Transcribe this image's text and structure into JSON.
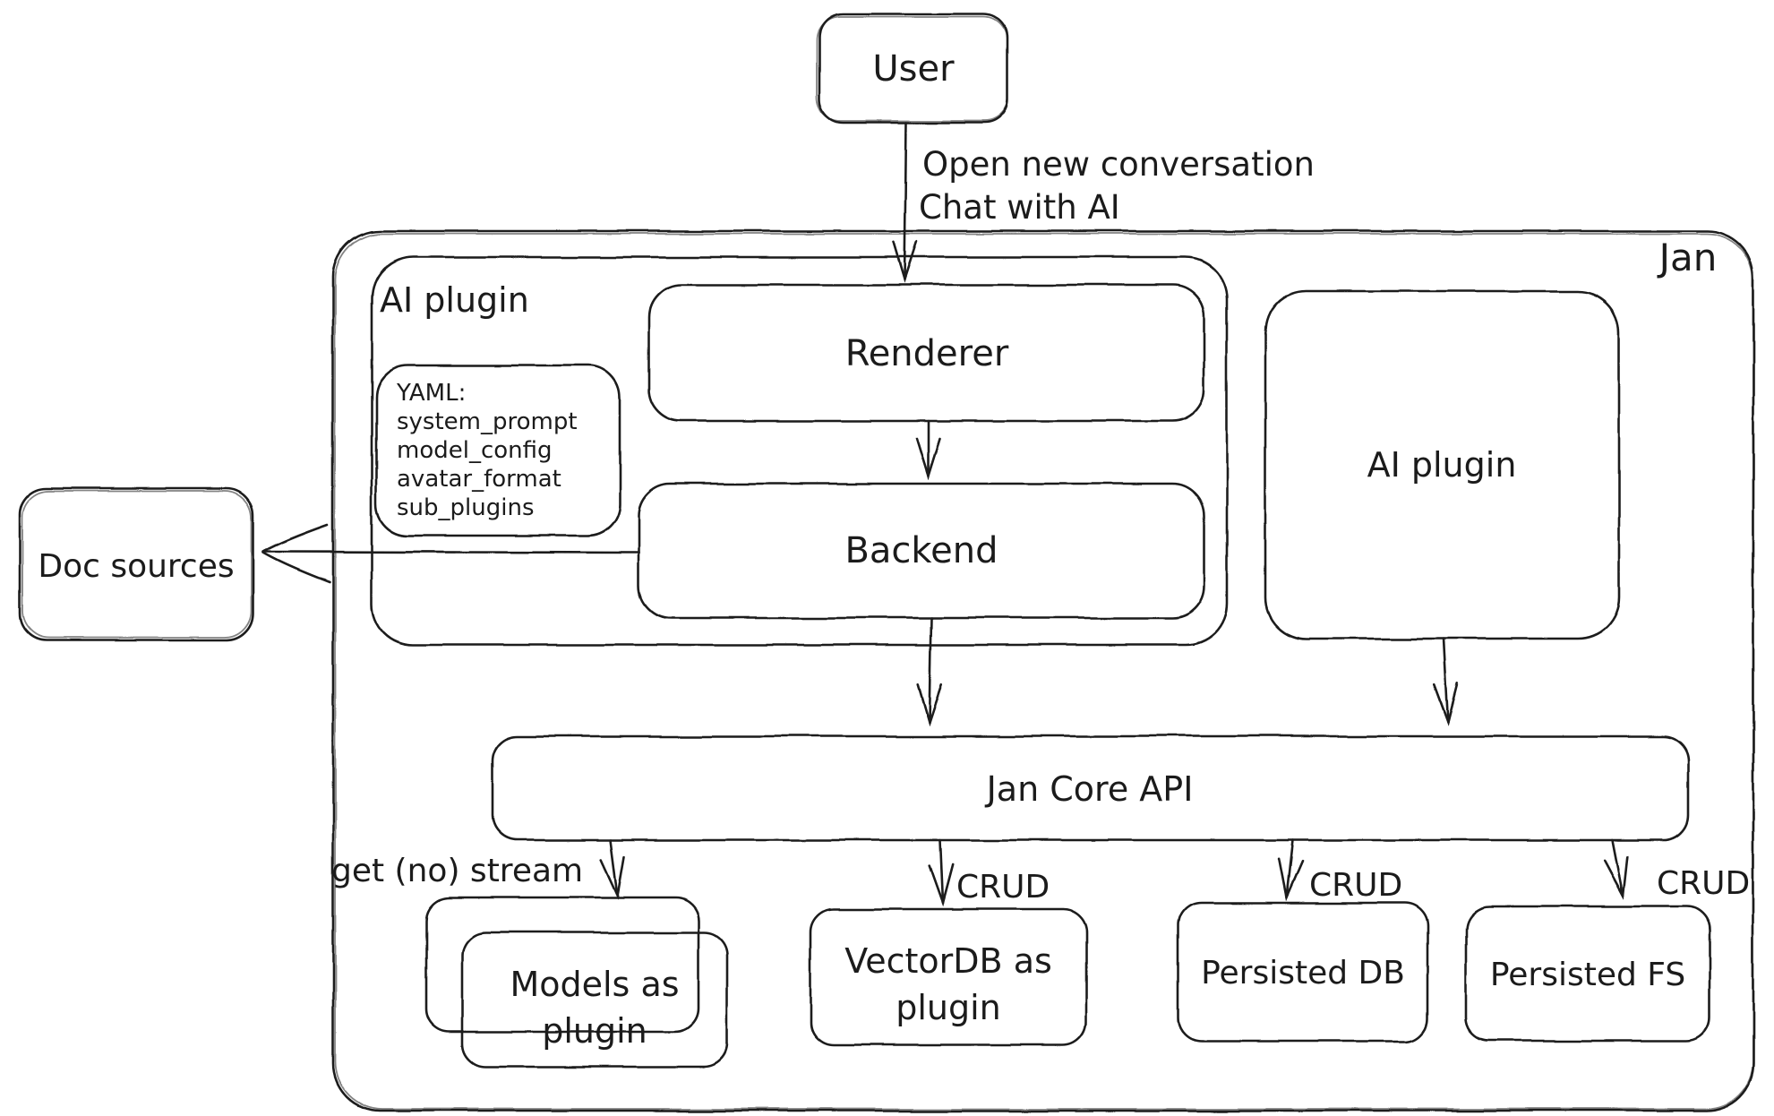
{
  "diagram": {
    "background": "#ffffff",
    "stroke_color": "#1b1b1b",
    "nodes": {
      "user": {
        "label": "User"
      },
      "jan_container": {
        "label": "Jan"
      },
      "ai_plugin_left_container": {
        "label": "AI plugin"
      },
      "yaml_note": {
        "lines": [
          "YAML:",
          "system_prompt",
          "model_config",
          "avatar_format",
          "sub_plugins"
        ]
      },
      "renderer": {
        "label": "Renderer"
      },
      "backend": {
        "label": "Backend"
      },
      "doc_sources": {
        "label": "Doc sources"
      },
      "ai_plugin_right": {
        "label": "AI plugin"
      },
      "jan_core_api": {
        "label": "Jan Core API"
      },
      "models_as_plugin": {
        "lines": [
          "Models as",
          "plugin"
        ]
      },
      "vectordb_as_plugin": {
        "lines": [
          "VectorDB as",
          "plugin"
        ]
      },
      "persisted_db": {
        "label": "Persisted DB"
      },
      "persisted_fs": {
        "label": "Persisted FS"
      }
    },
    "edges": {
      "user_to_renderer": {
        "lines": [
          "Open new conversation",
          "Chat with AI"
        ]
      },
      "core_api_to_models": {
        "label": "get (no) stream"
      },
      "core_api_to_vectordb": {
        "label": "CRUD"
      },
      "core_api_to_persisted_db": {
        "label": "CRUD"
      },
      "core_api_to_persisted_fs": {
        "label": "CRUD"
      }
    }
  }
}
